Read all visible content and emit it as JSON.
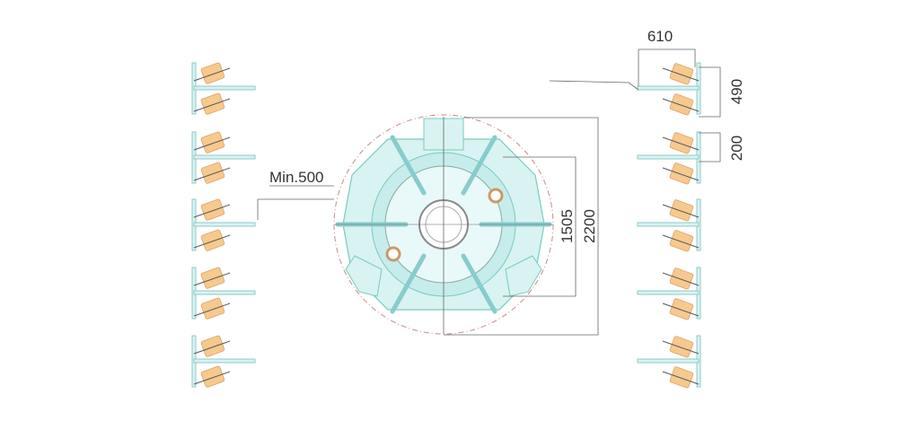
{
  "dimensions": {
    "width_top": "610",
    "rack_height": "490",
    "rack_gap": "200",
    "inner_diameter": "1505",
    "outer_diameter": "2200",
    "min_clearance": "Min.500"
  },
  "colors": {
    "frame": "#8fc9c9",
    "fill": "#d9f2f2",
    "product": "#f6c98f",
    "line": "#555555"
  }
}
